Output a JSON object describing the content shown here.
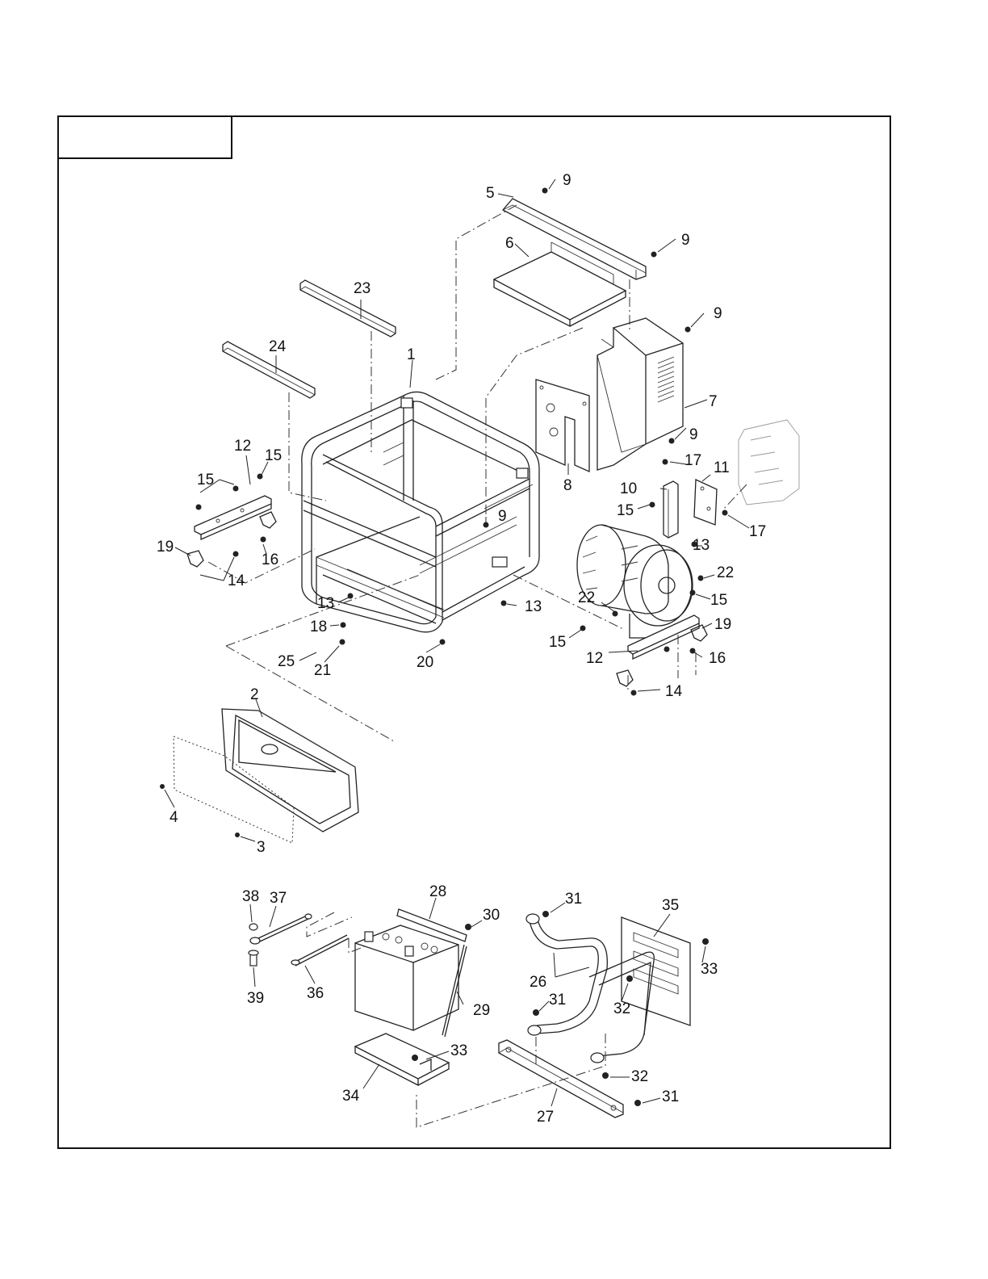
{
  "diagram": {
    "labels": [
      {
        "id": "p1",
        "text": "1"
      },
      {
        "id": "p2",
        "text": "2"
      },
      {
        "id": "p3",
        "text": "3"
      },
      {
        "id": "p4",
        "text": "4"
      },
      {
        "id": "p5",
        "text": "5"
      },
      {
        "id": "p6",
        "text": "6"
      },
      {
        "id": "p7",
        "text": "7"
      },
      {
        "id": "p8",
        "text": "8"
      },
      {
        "id": "p9a",
        "text": "9"
      },
      {
        "id": "p9b",
        "text": "9"
      },
      {
        "id": "p9c",
        "text": "9"
      },
      {
        "id": "p9d",
        "text": "9"
      },
      {
        "id": "p9e",
        "text": "9"
      },
      {
        "id": "p10",
        "text": "10"
      },
      {
        "id": "p11",
        "text": "11"
      },
      {
        "id": "p12a",
        "text": "12"
      },
      {
        "id": "p12b",
        "text": "12"
      },
      {
        "id": "p13a",
        "text": "13"
      },
      {
        "id": "p13b",
        "text": "13"
      },
      {
        "id": "p13c",
        "text": "13"
      },
      {
        "id": "p14a",
        "text": "14"
      },
      {
        "id": "p14b",
        "text": "14"
      },
      {
        "id": "p15a",
        "text": "15"
      },
      {
        "id": "p15b",
        "text": "15"
      },
      {
        "id": "p15c",
        "text": "15"
      },
      {
        "id": "p15d",
        "text": "15"
      },
      {
        "id": "p15e",
        "text": "15"
      },
      {
        "id": "p16a",
        "text": "16"
      },
      {
        "id": "p16b",
        "text": "16"
      },
      {
        "id": "p17a",
        "text": "17"
      },
      {
        "id": "p17b",
        "text": "17"
      },
      {
        "id": "p18",
        "text": "18"
      },
      {
        "id": "p19a",
        "text": "19"
      },
      {
        "id": "p19b",
        "text": "19"
      },
      {
        "id": "p20",
        "text": "20"
      },
      {
        "id": "p21",
        "text": "21"
      },
      {
        "id": "p22a",
        "text": "22"
      },
      {
        "id": "p22b",
        "text": "22"
      },
      {
        "id": "p23",
        "text": "23"
      },
      {
        "id": "p24",
        "text": "24"
      },
      {
        "id": "p25",
        "text": "25"
      },
      {
        "id": "p26",
        "text": "26"
      },
      {
        "id": "p27",
        "text": "27"
      },
      {
        "id": "p28",
        "text": "28"
      },
      {
        "id": "p29",
        "text": "29"
      },
      {
        "id": "p30",
        "text": "30"
      },
      {
        "id": "p31a",
        "text": "31"
      },
      {
        "id": "p31b",
        "text": "31"
      },
      {
        "id": "p31c",
        "text": "31"
      },
      {
        "id": "p32a",
        "text": "32"
      },
      {
        "id": "p32b",
        "text": "32"
      },
      {
        "id": "p33a",
        "text": "33"
      },
      {
        "id": "p33b",
        "text": "33"
      },
      {
        "id": "p34",
        "text": "34"
      },
      {
        "id": "p35",
        "text": "35"
      },
      {
        "id": "p36",
        "text": "36"
      },
      {
        "id": "p37",
        "text": "37"
      },
      {
        "id": "p38",
        "text": "38"
      },
      {
        "id": "p39",
        "text": "39"
      }
    ]
  }
}
